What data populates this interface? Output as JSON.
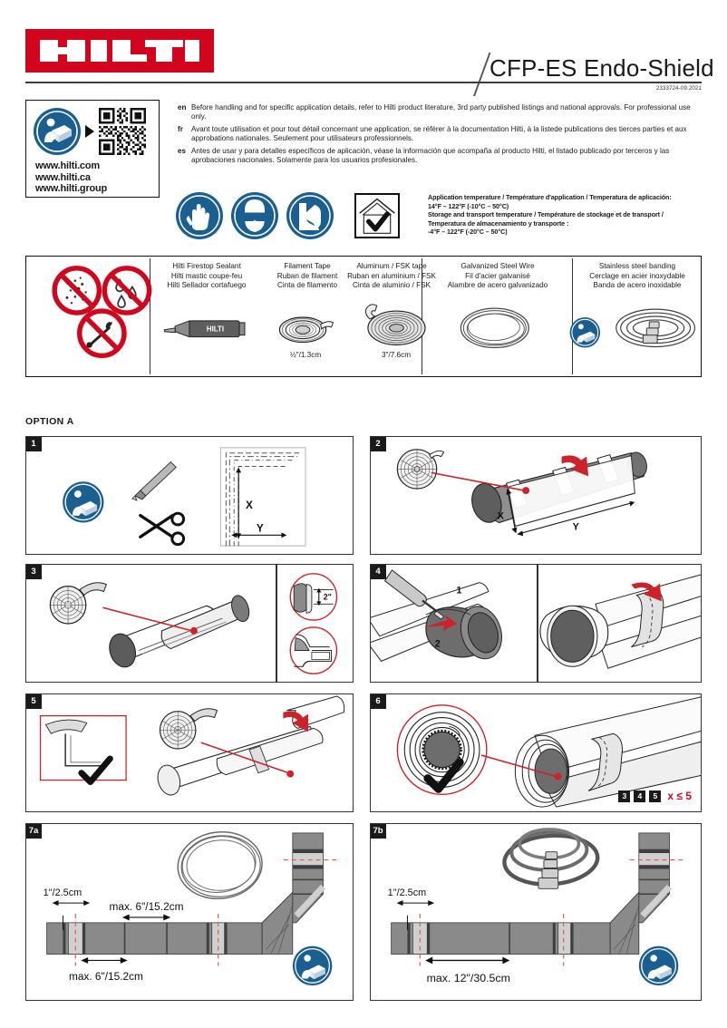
{
  "header": {
    "brand": "HILTI",
    "product_title": "CFP-ES Endo-Shield",
    "doc_code": "2333724-09.2021"
  },
  "info": {
    "read_manual_icon": "read-manual-icon",
    "qr_icon": "qr-code",
    "urls": [
      "www.hilti.com",
      "www.hilti.ca",
      "www.hilti.group"
    ]
  },
  "languages": [
    {
      "tag": "en",
      "text": "Before handling and for specific application details, refer to Hilti product literature, 3rd party published listings and national approvals. For professional use only."
    },
    {
      "tag": "fr",
      "text": "Avant toute utilisation et pour tout détail concernant une application, se référer à la documentation Hilti, à la listede publications des tierces parties et aux approbations nationales. Seulement pour utilisateurs professionnels."
    },
    {
      "tag": "es",
      "text": "Antes de usar y para detalles específicos de aplicación, véase la información que acompaña al producto Hilti, el listado publicado por terceros y las aprobaciones nacionales. Solamente para los usuarios profesionales."
    }
  ],
  "ppe": [
    {
      "name": "gloves-icon"
    },
    {
      "name": "safety-goggles-icon"
    },
    {
      "name": "safety-boots-icon"
    },
    {
      "name": "indoor-storage-icon"
    }
  ],
  "temperature": {
    "line1": "Application temperature / Température d'application / Temperatura de aplicación:",
    "line2": "14°F – 122°F   (-10°C – 50°C)",
    "line3": "Storage and transport temperature / Température de stockage et de transport /",
    "line4": "Temperatura de almacenamiento y transporte :",
    "line5": "-4°F – 122°F   (-20°C – 50°C)"
  },
  "prohibitions": [
    {
      "name": "no-dust-icon"
    },
    {
      "name": "no-moisture-icon"
    },
    {
      "name": "no-spray-icon"
    }
  ],
  "materials": [
    {
      "icon": "sealant-tube-icon",
      "en": "Hilti Firestop Sealant",
      "fr": "Hilti mastic coupe-feu",
      "es": "Hilti Sellador cortafuego",
      "size": ""
    },
    {
      "icon": "filament-tape-roll-icon",
      "en": "Filament Tape",
      "fr": "Ruban de filament",
      "es": "Cinta de filamento",
      "size": "½\"/1.3cm"
    },
    {
      "icon": "aluminum-fsk-tape-roll-icon",
      "en": "Aluminum / FSK tape",
      "fr": "Ruban en aluminium / FSK",
      "es": "Cinta de aluminio / FSK",
      "size": "3\"/7.6cm"
    },
    {
      "icon": "steel-wire-coil-icon",
      "en": "Galvanized Steel Wire",
      "fr": "Fil d'acier galvanisé",
      "es": "Alambre de acero galvanizado",
      "size": ""
    },
    {
      "icon": "stainless-banding-icon",
      "en": "Stainless steel banding",
      "fr": "Banda de acero inoxidable",
      "es": "Cerclage en acier inoxydable",
      "size": ""
    }
  ],
  "option": {
    "label": "OPTION A"
  },
  "steps": [
    {
      "num": "1",
      "labels": {
        "x": "X",
        "y": "Y"
      },
      "icons": [
        "read-manual-icon",
        "utility-knife-icon",
        "scissors-icon",
        "duct-template-diagram"
      ]
    },
    {
      "num": "2",
      "labels": {
        "x": "X",
        "y": "Y"
      },
      "icons": [
        "filament-tape-roll-icon",
        "duct-pipe",
        "red-arrow"
      ]
    },
    {
      "num": "3",
      "labels": {
        "overlap": "2\""
      },
      "icons": [
        "wrap-roll-icon",
        "pipe-wrap-diagram",
        "detail-circle-overlap",
        "detail-circle-seam"
      ]
    },
    {
      "num": "4",
      "labels": {
        "order1": "1",
        "order2": "2"
      },
      "icons": [
        "sealant-tube-icon",
        "pipe-end-diagram",
        "red-arrow",
        "tape-band"
      ]
    },
    {
      "num": "5",
      "labels": {},
      "icons": [
        "check-mark",
        "wrap-roll-icon",
        "pipe-wrap-diagram",
        "detail-corner"
      ]
    },
    {
      "num": "6",
      "labels": {
        "repeat": "x ≤ 5",
        "repeat_steps": [
          "3",
          "4",
          "5"
        ]
      },
      "icons": [
        "cross-section-circle",
        "check-mark",
        "pipe-end-wrapped"
      ]
    },
    {
      "num": "7a",
      "labels": {
        "edge": "1\"/2.5cm",
        "top_span": "max. 6\"/15.2cm",
        "bottom_span": "max. 6\"/15.2cm"
      },
      "icons": [
        "steel-wire-coil-icon",
        "duct-elbow-diagram",
        "read-manual-icon"
      ]
    },
    {
      "num": "7b",
      "labels": {
        "edge": "1\"/2.5cm",
        "bottom_span": "max. 12\"/30.5cm"
      },
      "icons": [
        "stainless-banding-icon",
        "duct-elbow-diagram",
        "read-manual-icon"
      ]
    }
  ],
  "colors": {
    "brand_red": "#d2051e",
    "icon_blue": "#1b5f91",
    "accent_red": "#cc2229",
    "gray_duct": "#8c8c8c",
    "dark_gray": "#575757"
  }
}
